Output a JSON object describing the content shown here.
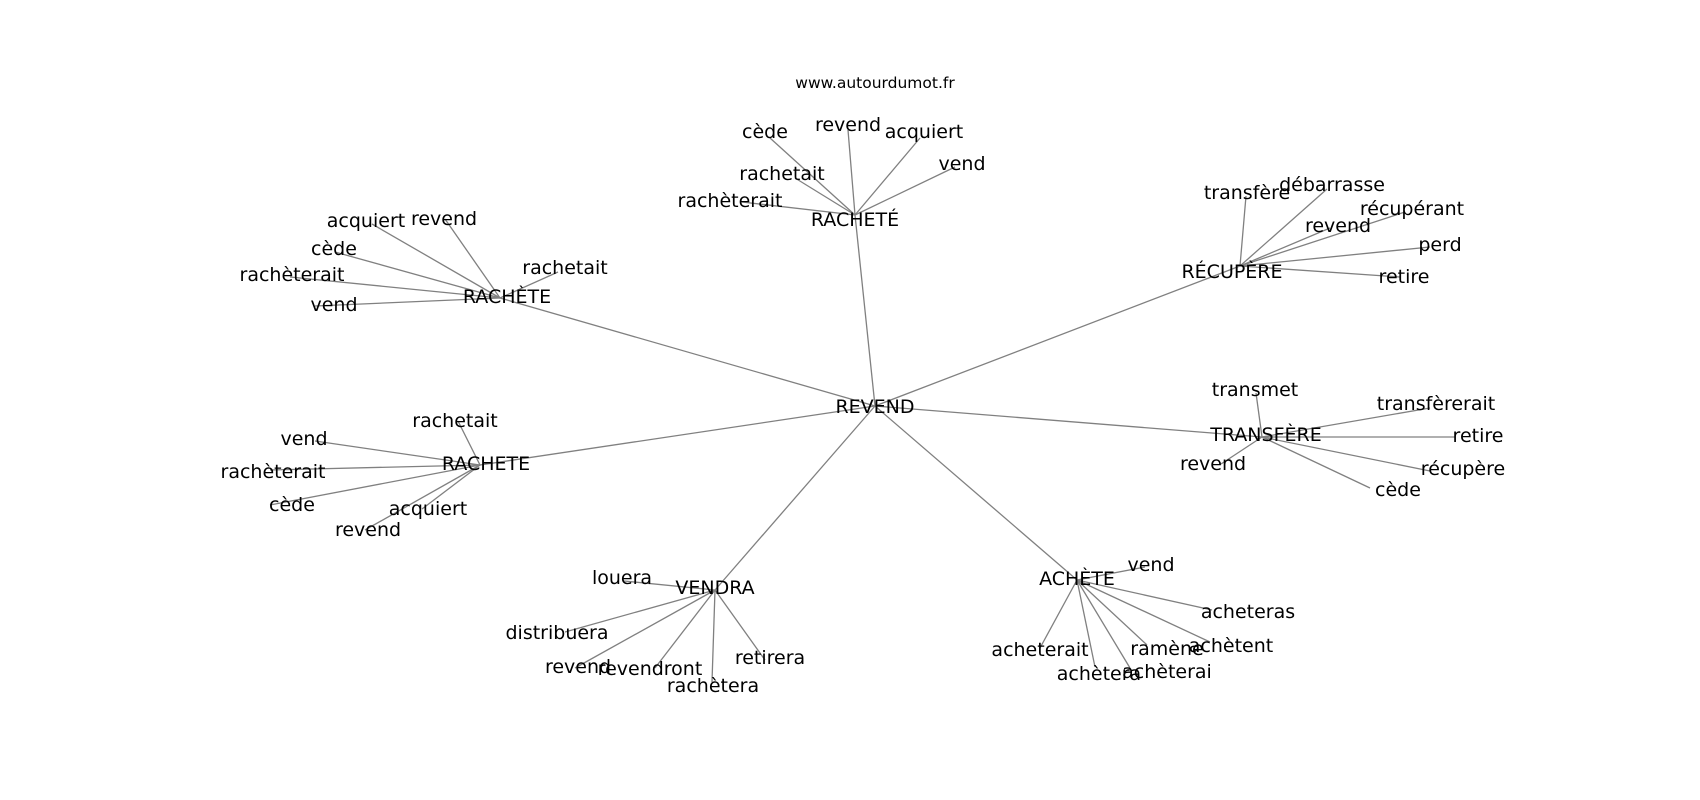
{
  "site_title": "www.autourdumot.fr",
  "edge_color": "#808080",
  "text_color": "#000000",
  "center": "REVEND",
  "hubs": [
    {
      "label": "RACHETÉ",
      "words": [
        "cède",
        "revend",
        "acquiert",
        "rachetait",
        "rachèterait",
        "vend"
      ]
    },
    {
      "label": "RÉCUPÈRE",
      "words": [
        "transfère",
        "débarrasse",
        "récupérant",
        "revend",
        "perd",
        "retire"
      ]
    },
    {
      "label": "RACHÈTE",
      "words": [
        "acquiert",
        "revend",
        "cède",
        "rachèterait",
        "vend",
        "rachetait"
      ]
    },
    {
      "label": "TRANSFÈRE",
      "words": [
        "transmet",
        "transfèrerait",
        "retire",
        "revend",
        "récupère",
        "cède"
      ]
    },
    {
      "label": "RACHETE",
      "words": [
        "rachetait",
        "vend",
        "rachèterait",
        "cède",
        "acquiert",
        "revend"
      ]
    },
    {
      "label": "VENDRA",
      "words": [
        "louera",
        "distribuera",
        "revend",
        "revendront",
        "rachètera",
        "retirera"
      ]
    },
    {
      "label": "ACHÈTE",
      "words": [
        "vend",
        "acheteras",
        "achètent",
        "ramène",
        "achèterai",
        "achètera",
        "acheterait"
      ]
    }
  ]
}
